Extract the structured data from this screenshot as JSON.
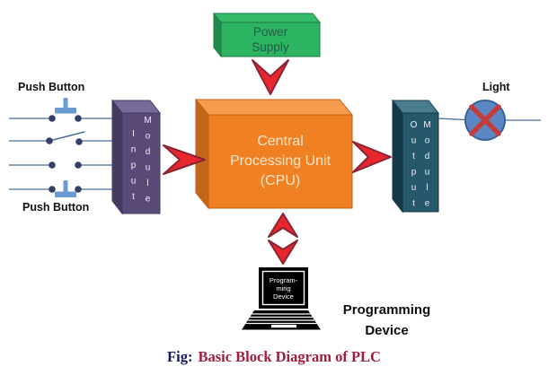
{
  "caption": {
    "prefix": "Fig:",
    "title": "Basic Block Diagram of PLC"
  },
  "labels": {
    "push_button_top": "Push Button",
    "push_button_bottom": "Push Button",
    "light": "Light",
    "programming_device": {
      "line1": "Programming",
      "line2": "Device"
    }
  },
  "blocks": {
    "power_supply": {
      "lines": [
        "Power",
        "Supply"
      ],
      "fill": "#2db463"
    },
    "cpu": {
      "lines": [
        "Central",
        "Processing Unit",
        "(CPU)"
      ],
      "fill": "#ef8122"
    },
    "input_module": {
      "columns": [
        "Input",
        "Module"
      ],
      "fill": "#5a4a78"
    },
    "output_module": {
      "columns": [
        "Output",
        "Module"
      ],
      "fill": "#25586b"
    },
    "programming_device_screen": {
      "lines": [
        "Program-",
        "ming",
        "Device"
      ]
    }
  },
  "icons": {
    "light_indicator": "blue-circle-with-red-x",
    "laptop": "black-laptop",
    "push_button": "normally-open-push-button",
    "switch": "knife-switch-blade",
    "arrows": "red-chevron-arrows"
  },
  "colors": {
    "arrow_fill": "#e8262d",
    "arrow_outline": "#8a2433",
    "wire": "#4a6e96",
    "contact_dot": "#333f66",
    "push_button_symbol": "#6b9bd2",
    "light_fill": "#5b87c5",
    "light_border": "#3a639b",
    "light_x": "#c43c3c",
    "caption_fig": "#17175c",
    "caption_title": "#a11f3c"
  }
}
